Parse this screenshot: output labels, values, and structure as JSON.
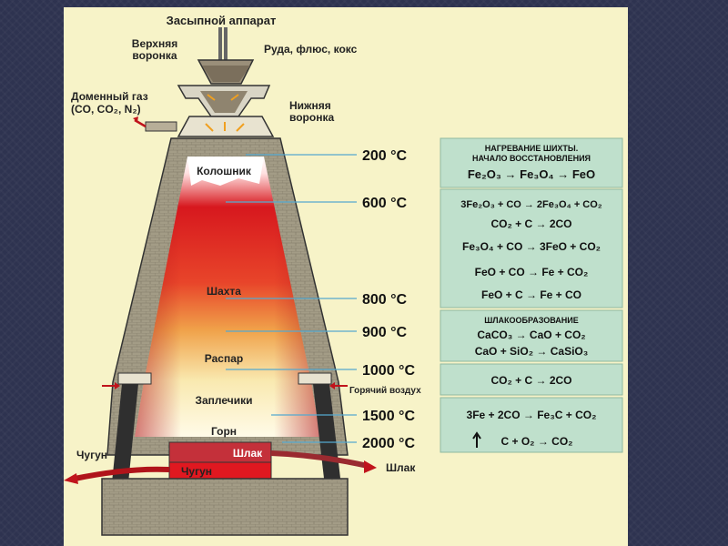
{
  "labels": {
    "charging_apparatus": "Засыпной аппарат",
    "upper_funnel_1": "Верхняя",
    "upper_funnel_2": "воронка",
    "ore_flux_coke": "Руда, флюс, кокс",
    "lower_funnel_1": "Нижняя",
    "lower_funnel_2": "воронка",
    "blast_gas_1": "Доменный газ",
    "blast_gas_2": "(CO, CO₂, N₂)",
    "top": "Колошник",
    "shaft": "Шахта",
    "bosh": "Распар",
    "shoulders": "Заплечики",
    "hearth": "Горн",
    "slag_inside": "Шлак",
    "iron_inside": "Чугун",
    "hot_air": "Горячий воздух",
    "iron_out": "Чугун",
    "slag_out": "Шлак"
  },
  "temperatures": [
    "200 °C",
    "600 °C",
    "800 °C",
    "900 °C",
    "1000 °C",
    "1500 °C",
    "2000 °C"
  ],
  "boxes": {
    "b1": {
      "title1": "НАГРЕВАНИЕ ШИХТЫ.",
      "title2": "НАЧАЛО ВОССТАНОВЛЕНИЯ",
      "eq": "Fe₂O₃ → Fe₃O₄ → FeO"
    },
    "b2": {
      "eq1": "3Fe₂O₃ + CO → 2Fe₃O₄ + CO₂",
      "eq2": "CO₂ + C → 2CO",
      "eq3": "Fe₃O₄ + CO → 3FeO + CO₂",
      "eq4": "FeO + CO → Fe + CO₂",
      "eq5": "FeO + C → Fe + CO"
    },
    "b3": {
      "title": "ШЛАКООБРАЗОВАНИЕ",
      "eq1": "CaCO₃ → CaO + CO₂",
      "eq2": "CaO + SiO₂ → CaSiO₃"
    },
    "b4": {
      "eq": "CO₂ + C → 2CO"
    },
    "b5": {
      "eq1": "3Fe + 2CO → Fe₃C + CO₂",
      "eq2": "C + O₂ → CO₂"
    }
  },
  "colors": {
    "brick": "#a39c86",
    "hot_red": "#d4171d",
    "box_fill": "#bfe0cc",
    "line": "#55a9cf"
  }
}
